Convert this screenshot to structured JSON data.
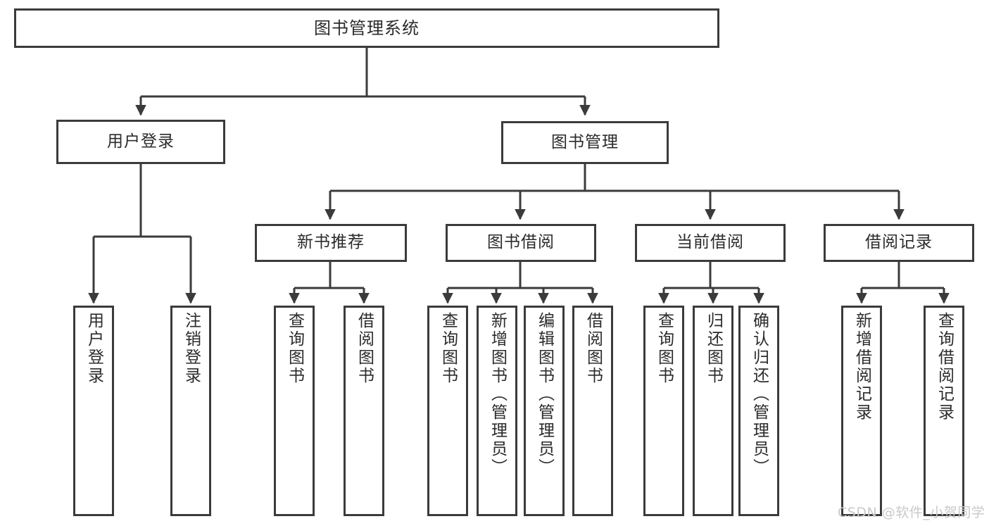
{
  "diagram": {
    "type": "tree",
    "title": "图书管理系统",
    "orientation": "top-down",
    "colors": {
      "box_border": "#3b3b3b",
      "box_fill": "#ffffff",
      "connector": "#3b3b3b",
      "text": "#2b2b2b",
      "watermark": "#c9c9c9",
      "background": "#ffffff"
    },
    "nodes": {
      "root": {
        "label": "图书管理系统"
      },
      "level1": [
        {
          "id": "user-login",
          "label": "用户登录"
        },
        {
          "id": "book-management",
          "label": "图书管理"
        }
      ],
      "level2": [
        {
          "id": "new-book-recommend",
          "label": "新书推荐",
          "parent": "book-management"
        },
        {
          "id": "book-borrow",
          "label": "图书借阅",
          "parent": "book-management"
        },
        {
          "id": "current-borrow",
          "label": "当前借阅",
          "parent": "book-management"
        },
        {
          "id": "borrow-record",
          "label": "借阅记录",
          "parent": "book-management"
        }
      ],
      "leaves": {
        "user-login": [
          {
            "id": "leaf-user-login",
            "label": "用户登录"
          },
          {
            "id": "leaf-user-logout",
            "label": "注销登录"
          }
        ],
        "new-book-recommend": [
          {
            "id": "leaf-query-book-1",
            "label": "查询图书"
          },
          {
            "id": "leaf-borrow-book-1",
            "label": "借阅图书"
          }
        ],
        "book-borrow": [
          {
            "id": "leaf-query-book-2",
            "label": "查询图书"
          },
          {
            "id": "leaf-add-book",
            "label": "新增图书（管理员）"
          },
          {
            "id": "leaf-edit-book",
            "label": "编辑图书（管理员）"
          },
          {
            "id": "leaf-borrow-book-2",
            "label": "借阅图书"
          }
        ],
        "current-borrow": [
          {
            "id": "leaf-query-book-3",
            "label": "查询图书"
          },
          {
            "id": "leaf-return-book",
            "label": "归还图书"
          },
          {
            "id": "leaf-confirm-return",
            "label": "确认归还（管理员）"
          }
        ],
        "borrow-record": [
          {
            "id": "leaf-add-record",
            "label": "新增借阅记录"
          },
          {
            "id": "leaf-query-record",
            "label": "查询借阅记录"
          }
        ]
      }
    },
    "watermark": "CSDN @软件_小贺同学"
  }
}
